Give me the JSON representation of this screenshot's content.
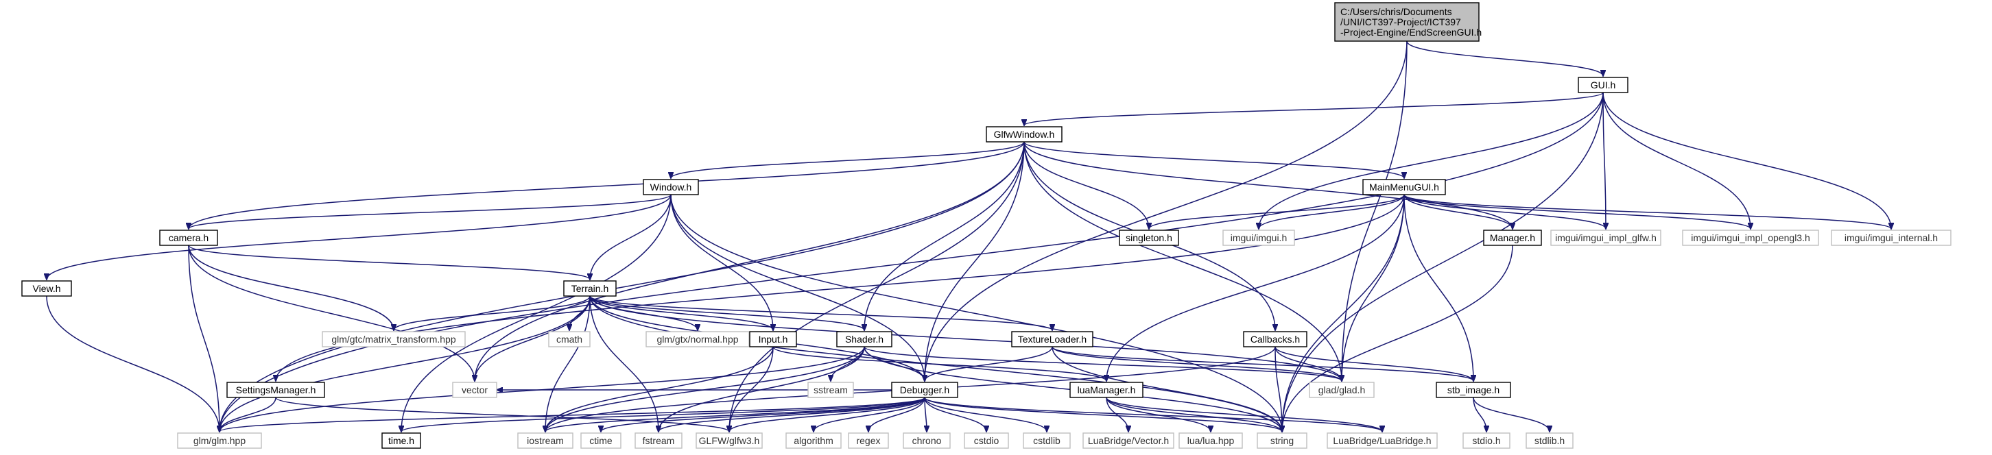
{
  "graph": {
    "title": "",
    "nodes": [
      {
        "id": "root",
        "lines": [
          "C:/Users/chris/Documents",
          "/UNI/ICT397-Project/ICT397",
          "-Project-Engine/EndScreenGUI.h"
        ],
        "kind": "root"
      },
      {
        "id": "gui",
        "lines": [
          "GUI.h"
        ],
        "kind": "normal"
      },
      {
        "id": "glfwwindow",
        "lines": [
          "GlfwWindow.h"
        ],
        "kind": "normal"
      },
      {
        "id": "mainmenu",
        "lines": [
          "MainMenuGUI.h"
        ],
        "kind": "normal"
      },
      {
        "id": "window",
        "lines": [
          "Window.h"
        ],
        "kind": "normal"
      },
      {
        "id": "camera",
        "lines": [
          "camera.h"
        ],
        "kind": "normal"
      },
      {
        "id": "singleton",
        "lines": [
          "singleton.h"
        ],
        "kind": "normal"
      },
      {
        "id": "imgui",
        "lines": [
          "imgui/imgui.h"
        ],
        "kind": "external"
      },
      {
        "id": "manager",
        "lines": [
          "Manager.h"
        ],
        "kind": "normal"
      },
      {
        "id": "imgui_glfw",
        "lines": [
          "imgui/imgui_impl_glfw.h"
        ],
        "kind": "external"
      },
      {
        "id": "imgui_opengl3",
        "lines": [
          "imgui/imgui_impl_opengl3.h"
        ],
        "kind": "external"
      },
      {
        "id": "imgui_internal",
        "lines": [
          "imgui/imgui_internal.h"
        ],
        "kind": "external"
      },
      {
        "id": "view",
        "lines": [
          "View.h"
        ],
        "kind": "normal"
      },
      {
        "id": "terrain",
        "lines": [
          "Terrain.h"
        ],
        "kind": "normal"
      },
      {
        "id": "matrix_transform",
        "lines": [
          "glm/gtc/matrix_transform.hpp"
        ],
        "kind": "external"
      },
      {
        "id": "cmath",
        "lines": [
          "cmath"
        ],
        "kind": "external"
      },
      {
        "id": "normal_hpp",
        "lines": [
          "glm/gtx/normal.hpp"
        ],
        "kind": "external"
      },
      {
        "id": "input",
        "lines": [
          "Input.h"
        ],
        "kind": "normal"
      },
      {
        "id": "shader",
        "lines": [
          "Shader.h"
        ],
        "kind": "normal"
      },
      {
        "id": "textureloader",
        "lines": [
          "TextureLoader.h"
        ],
        "kind": "normal"
      },
      {
        "id": "callbacks",
        "lines": [
          "Callbacks.h"
        ],
        "kind": "normal"
      },
      {
        "id": "vector",
        "lines": [
          "vector"
        ],
        "kind": "external"
      },
      {
        "id": "sstream",
        "lines": [
          "sstream"
        ],
        "kind": "external"
      },
      {
        "id": "glad",
        "lines": [
          "glad/glad.h"
        ],
        "kind": "external"
      },
      {
        "id": "stb_image",
        "lines": [
          "stb_image.h"
        ],
        "kind": "normal"
      },
      {
        "id": "settings",
        "lines": [
          "SettingsManager.h"
        ],
        "kind": "normal"
      },
      {
        "id": "debugger",
        "lines": [
          "Debugger.h"
        ],
        "kind": "normal"
      },
      {
        "id": "luamanager",
        "lines": [
          "luaManager.h"
        ],
        "kind": "normal"
      },
      {
        "id": "glm",
        "lines": [
          "glm/glm.hpp"
        ],
        "kind": "external"
      },
      {
        "id": "time",
        "lines": [
          "time.h"
        ],
        "kind": "normal"
      },
      {
        "id": "iostream",
        "lines": [
          "iostream"
        ],
        "kind": "external"
      },
      {
        "id": "ctime",
        "lines": [
          "ctime"
        ],
        "kind": "external"
      },
      {
        "id": "fstream",
        "lines": [
          "fstream"
        ],
        "kind": "external"
      },
      {
        "id": "glfw3",
        "lines": [
          "GLFW/glfw3.h"
        ],
        "kind": "external"
      },
      {
        "id": "algorithm",
        "lines": [
          "algorithm"
        ],
        "kind": "external"
      },
      {
        "id": "regex",
        "lines": [
          "regex"
        ],
        "kind": "external"
      },
      {
        "id": "chrono",
        "lines": [
          "chrono"
        ],
        "kind": "external"
      },
      {
        "id": "cstdio",
        "lines": [
          "cstdio"
        ],
        "kind": "external"
      },
      {
        "id": "cstdlib",
        "lines": [
          "cstdlib"
        ],
        "kind": "external"
      },
      {
        "id": "luabridge_vector",
        "lines": [
          "LuaBridge/Vector.h"
        ],
        "kind": "external"
      },
      {
        "id": "lua_hpp",
        "lines": [
          "lua/lua.hpp"
        ],
        "kind": "external"
      },
      {
        "id": "string",
        "lines": [
          "string"
        ],
        "kind": "external"
      },
      {
        "id": "luabridge",
        "lines": [
          "LuaBridge/LuaBridge.h"
        ],
        "kind": "external"
      },
      {
        "id": "stdio",
        "lines": [
          "stdio.h"
        ],
        "kind": "external"
      },
      {
        "id": "stdlib",
        "lines": [
          "stdlib.h"
        ],
        "kind": "external"
      }
    ],
    "edges": [
      [
        "root",
        "gui"
      ],
      [
        "root",
        "glad"
      ],
      [
        "root",
        "debugger"
      ],
      [
        "gui",
        "glfwwindow"
      ],
      [
        "gui",
        "imgui"
      ],
      [
        "gui",
        "imgui_glfw"
      ],
      [
        "gui",
        "imgui_opengl3"
      ],
      [
        "gui",
        "imgui_internal"
      ],
      [
        "gui",
        "glm"
      ],
      [
        "gui",
        "string"
      ],
      [
        "glfwwindow",
        "window"
      ],
      [
        "glfwwindow",
        "camera"
      ],
      [
        "glfwwindow",
        "mainmenu"
      ],
      [
        "glfwwindow",
        "singleton"
      ],
      [
        "glfwwindow",
        "manager"
      ],
      [
        "glfwwindow",
        "callbacks"
      ],
      [
        "glfwwindow",
        "shader"
      ],
      [
        "glfwwindow",
        "glad"
      ],
      [
        "glfwwindow",
        "debugger"
      ],
      [
        "glfwwindow",
        "glfw3"
      ],
      [
        "glfwwindow",
        "glm"
      ],
      [
        "glfwwindow",
        "vector"
      ],
      [
        "mainmenu",
        "singleton"
      ],
      [
        "mainmenu",
        "imgui"
      ],
      [
        "mainmenu",
        "manager"
      ],
      [
        "mainmenu",
        "imgui_glfw"
      ],
      [
        "mainmenu",
        "imgui_opengl3"
      ],
      [
        "mainmenu",
        "imgui_internal"
      ],
      [
        "mainmenu",
        "settings"
      ],
      [
        "mainmenu",
        "luamanager"
      ],
      [
        "mainmenu",
        "glad"
      ],
      [
        "mainmenu",
        "stb_image"
      ],
      [
        "mainmenu",
        "string"
      ],
      [
        "window",
        "camera"
      ],
      [
        "window",
        "view"
      ],
      [
        "window",
        "terrain"
      ],
      [
        "window",
        "input"
      ],
      [
        "window",
        "debugger"
      ],
      [
        "window",
        "time"
      ],
      [
        "window",
        "string"
      ],
      [
        "camera",
        "terrain"
      ],
      [
        "camera",
        "matrix_transform"
      ],
      [
        "camera",
        "glm"
      ],
      [
        "camera",
        "vector"
      ],
      [
        "view",
        "glm"
      ],
      [
        "terrain",
        "matrix_transform"
      ],
      [
        "terrain",
        "cmath"
      ],
      [
        "terrain",
        "normal_hpp"
      ],
      [
        "terrain",
        "input"
      ],
      [
        "terrain",
        "shader"
      ],
      [
        "terrain",
        "textureloader"
      ],
      [
        "terrain",
        "vector"
      ],
      [
        "terrain",
        "glm"
      ],
      [
        "terrain",
        "iostream"
      ],
      [
        "terrain",
        "fstream"
      ],
      [
        "terrain",
        "glad"
      ],
      [
        "terrain",
        "string"
      ],
      [
        "terrain",
        "debugger"
      ],
      [
        "input",
        "glfw3"
      ],
      [
        "input",
        "iostream"
      ],
      [
        "input",
        "luamanager"
      ],
      [
        "shader",
        "sstream"
      ],
      [
        "shader",
        "glad"
      ],
      [
        "shader",
        "debugger"
      ],
      [
        "shader",
        "glm"
      ],
      [
        "shader",
        "iostream"
      ],
      [
        "shader",
        "fstream"
      ],
      [
        "shader",
        "string"
      ],
      [
        "textureloader",
        "stb_image"
      ],
      [
        "textureloader",
        "glad"
      ],
      [
        "textureloader",
        "string"
      ],
      [
        "textureloader",
        "debugger"
      ],
      [
        "callbacks",
        "glad"
      ],
      [
        "callbacks",
        "stb_image"
      ],
      [
        "callbacks",
        "string"
      ],
      [
        "callbacks",
        "iostream"
      ],
      [
        "stb_image",
        "stdio"
      ],
      [
        "stb_image",
        "stdlib"
      ],
      [
        "settings",
        "glm"
      ],
      [
        "settings",
        "glfw3"
      ],
      [
        "manager",
        "string"
      ],
      [
        "luamanager",
        "luabridge_vector"
      ],
      [
        "luamanager",
        "lua_hpp"
      ],
      [
        "luamanager",
        "luabridge"
      ],
      [
        "luamanager",
        "string"
      ],
      [
        "debugger",
        "glm"
      ],
      [
        "debugger",
        "time"
      ],
      [
        "debugger",
        "iostream"
      ],
      [
        "debugger",
        "ctime"
      ],
      [
        "debugger",
        "fstream"
      ],
      [
        "debugger",
        "glfw3"
      ],
      [
        "debugger",
        "algorithm"
      ],
      [
        "debugger",
        "regex"
      ],
      [
        "debugger",
        "chrono"
      ],
      [
        "debugger",
        "cstdio"
      ],
      [
        "debugger",
        "cstdlib"
      ],
      [
        "debugger",
        "string"
      ],
      [
        "debugger",
        "vector"
      ],
      [
        "debugger",
        "luabridge"
      ]
    ]
  }
}
